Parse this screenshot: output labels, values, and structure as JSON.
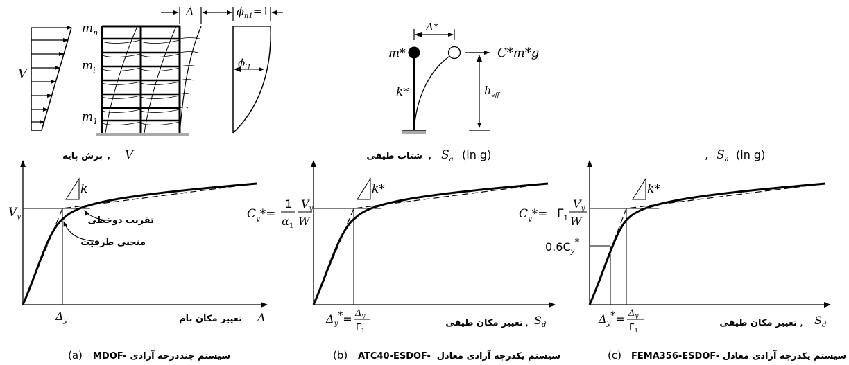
{
  "top": {
    "mdof": {
      "V": "V",
      "m_n": "m",
      "m_n_sub": "n",
      "m_i": "m",
      "m_i_sub": "i",
      "m_1": "m",
      "m_1_sub": "1",
      "delta": "Δ",
      "phi_n1": "ϕ",
      "phi_n1_sub": "n1",
      "phi_n1_eq": "=1",
      "phi_i1": "ϕ",
      "phi_i1_sub": "i1"
    },
    "esdof": {
      "m_star": "m*",
      "k_star": "k*",
      "delta_star": "Δ*",
      "force": "C*m*g",
      "h": "h",
      "h_sub": "eff"
    }
  },
  "panels": {
    "a": {
      "ylabel_fa": "برش پایه",
      "ylabel_sym": "V",
      "sep": ",",
      "k": "k",
      "vy": "V",
      "vy_sub": "y",
      "bilinear": "تقریب دوخطی",
      "capacity": "منحنی ظرفیت",
      "dy": "Δ",
      "dy_sub": "y",
      "xlabel_fa": "تغییر مکان بام",
      "xlabel_sym": "Δ",
      "caption_tag": "(a)",
      "caption_en": "MDOF-",
      "caption_fa": "سیستم چنددرجه آزادی"
    },
    "b": {
      "ylabel_fa": "شتاب طیفی",
      "ylabel_sym": "S",
      "ylabel_sub": "a",
      "ylabel_unit": "(in g)",
      "k": "k*",
      "cy": "C",
      "cy_rhs": "*=",
      "one": "1",
      "alpha": "α",
      "alpha_sub": "1",
      "vy": "V",
      "w": "W",
      "dy_lhs": "Δ",
      "dy_num": "Δ",
      "dy_den": "Γ",
      "xlabel_fa": "تغییر مکان طیفی",
      "xlabel_sym": "S",
      "xlabel_sub": "d",
      "caption_tag": "(b)",
      "caption_en": "ATC40-ESDOF-",
      "caption_fa": "سیستم یکدرجه آزادی معادل"
    },
    "c": {
      "ylabel_sym": "S",
      "ylabel_sub": "a",
      "ylabel_unit": "(in g)",
      "k": "k*",
      "cy": "C",
      "cy_rhs": "*=",
      "gamma": "Γ",
      "vy": "V",
      "w": "W",
      "c06": "0.6C",
      "dy_lhs": "Δ",
      "dy_num": "Δ",
      "dy_den": "Γ",
      "xlabel_fa": "تغییر مکان طیفی",
      "xlabel_sym": "S",
      "xlabel_sub": "d",
      "caption_tag": "(c)",
      "caption_en": "FEMA356-ESDOF-",
      "caption_fa": "سیستم یکدرجه آزادی معادل"
    }
  }
}
